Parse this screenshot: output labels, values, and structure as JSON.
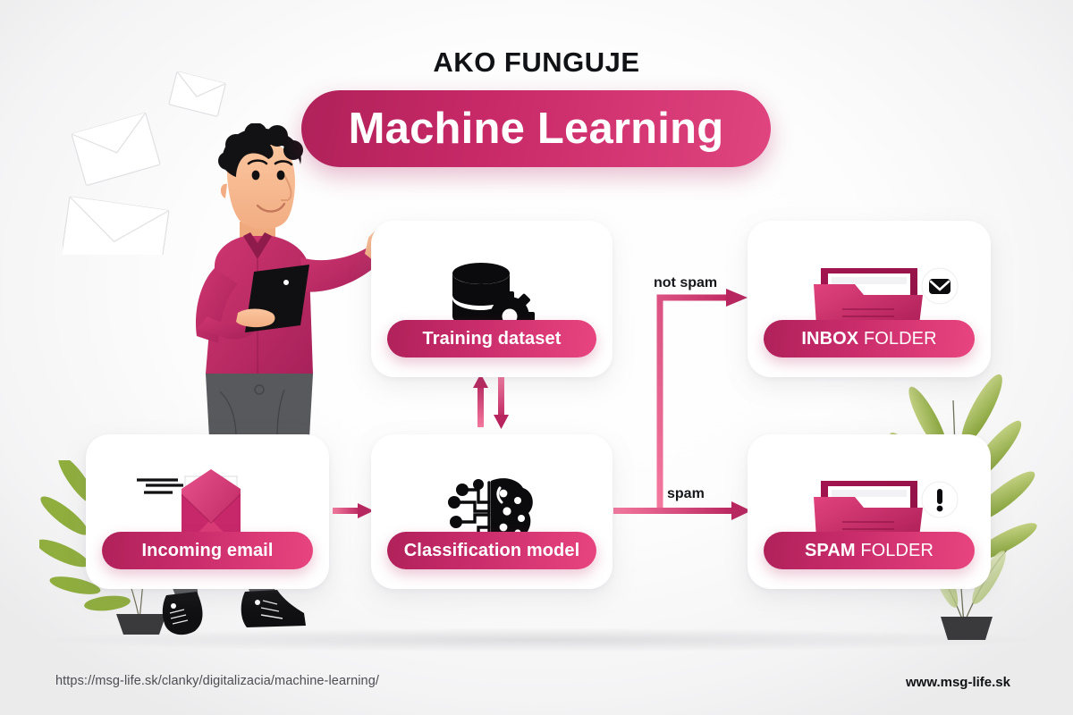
{
  "header": {
    "kicker": "AKO FUNGUJE",
    "title": "Machine Learning"
  },
  "cards": [
    {
      "id": "incoming",
      "label": "Incoming email",
      "label_bold": "",
      "label_light": "",
      "icon": "open-envelope-icon"
    },
    {
      "id": "training",
      "label": "Training dataset",
      "label_bold": "",
      "label_light": "",
      "icon": "database-gear-icon"
    },
    {
      "id": "classification",
      "label": "Classification model",
      "label_bold": "",
      "label_light": "",
      "icon": "ai-brain-circuit-icon"
    },
    {
      "id": "inbox",
      "label": "INBOX FOLDER",
      "label_bold": "INBOX",
      "label_light": "FOLDER",
      "icon": "open-folder-icon",
      "badge": "envelope-badge-icon"
    },
    {
      "id": "spam",
      "label": "SPAM FOLDER",
      "label_bold": "SPAM",
      "label_light": "FOLDER",
      "icon": "open-folder-icon",
      "badge": "exclamation-badge-icon"
    }
  ],
  "flow_labels": {
    "not_spam": "not spam",
    "spam": "spam"
  },
  "footer": {
    "source_url": "https://msg-life.sk/clanky/digitalizacia/machine-learning/",
    "site": "www.msg-life.sk"
  },
  "colors": {
    "brand_dark": "#b0215a",
    "brand_mid": "#cb2d6c",
    "brand_light": "#e8457f",
    "arrow_light": "#f4799f",
    "ink": "#111215",
    "background": "#f4f4f5",
    "leaf_green": "#8fae3e",
    "pot_dark": "#3a3a3c"
  }
}
